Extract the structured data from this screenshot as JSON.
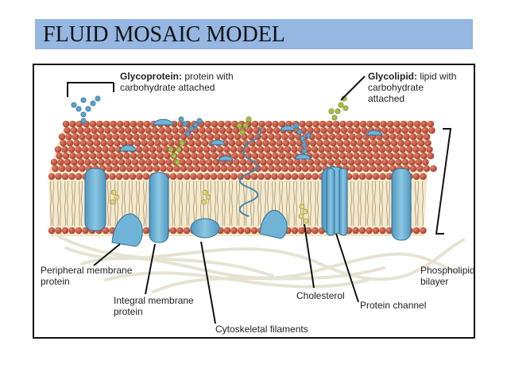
{
  "slide": {
    "title": "FLUID MOSAIC MODEL"
  },
  "diagram": {
    "labels": {
      "glycoprotein_term": "Glycoprotein:",
      "glycoprotein_desc_1": " protein with",
      "glycoprotein_desc_2": "carbohydrate attached",
      "glycolipid_term": "Glycolipid:",
      "glycolipid_desc_1": " lipid with",
      "glycolipid_desc_2": "carbohydrate",
      "glycolipid_desc_3": "attached",
      "peripheral_1": "Peripheral membrane",
      "peripheral_2": "protein",
      "integral_1": "Integral membrane",
      "integral_2": "protein",
      "cholesterol": "Cholesterol",
      "protein_channel": "Protein channel",
      "phospholipid_1": "Phospholipid",
      "phospholipid_2": "bilayer",
      "cytoskeletal": "Cytoskeletal filaments"
    },
    "colors": {
      "head": "#c9604c",
      "head_dark": "#9e3f30",
      "tail": "#d9c9a0",
      "protein": "#6fb4d6",
      "protein_dark": "#3f86ad",
      "sugar_blue": "#5fa0c8",
      "sugar_green": "#9ab84a",
      "cholesterol": "#e2d27a",
      "filament": "#e8e6d8"
    }
  }
}
